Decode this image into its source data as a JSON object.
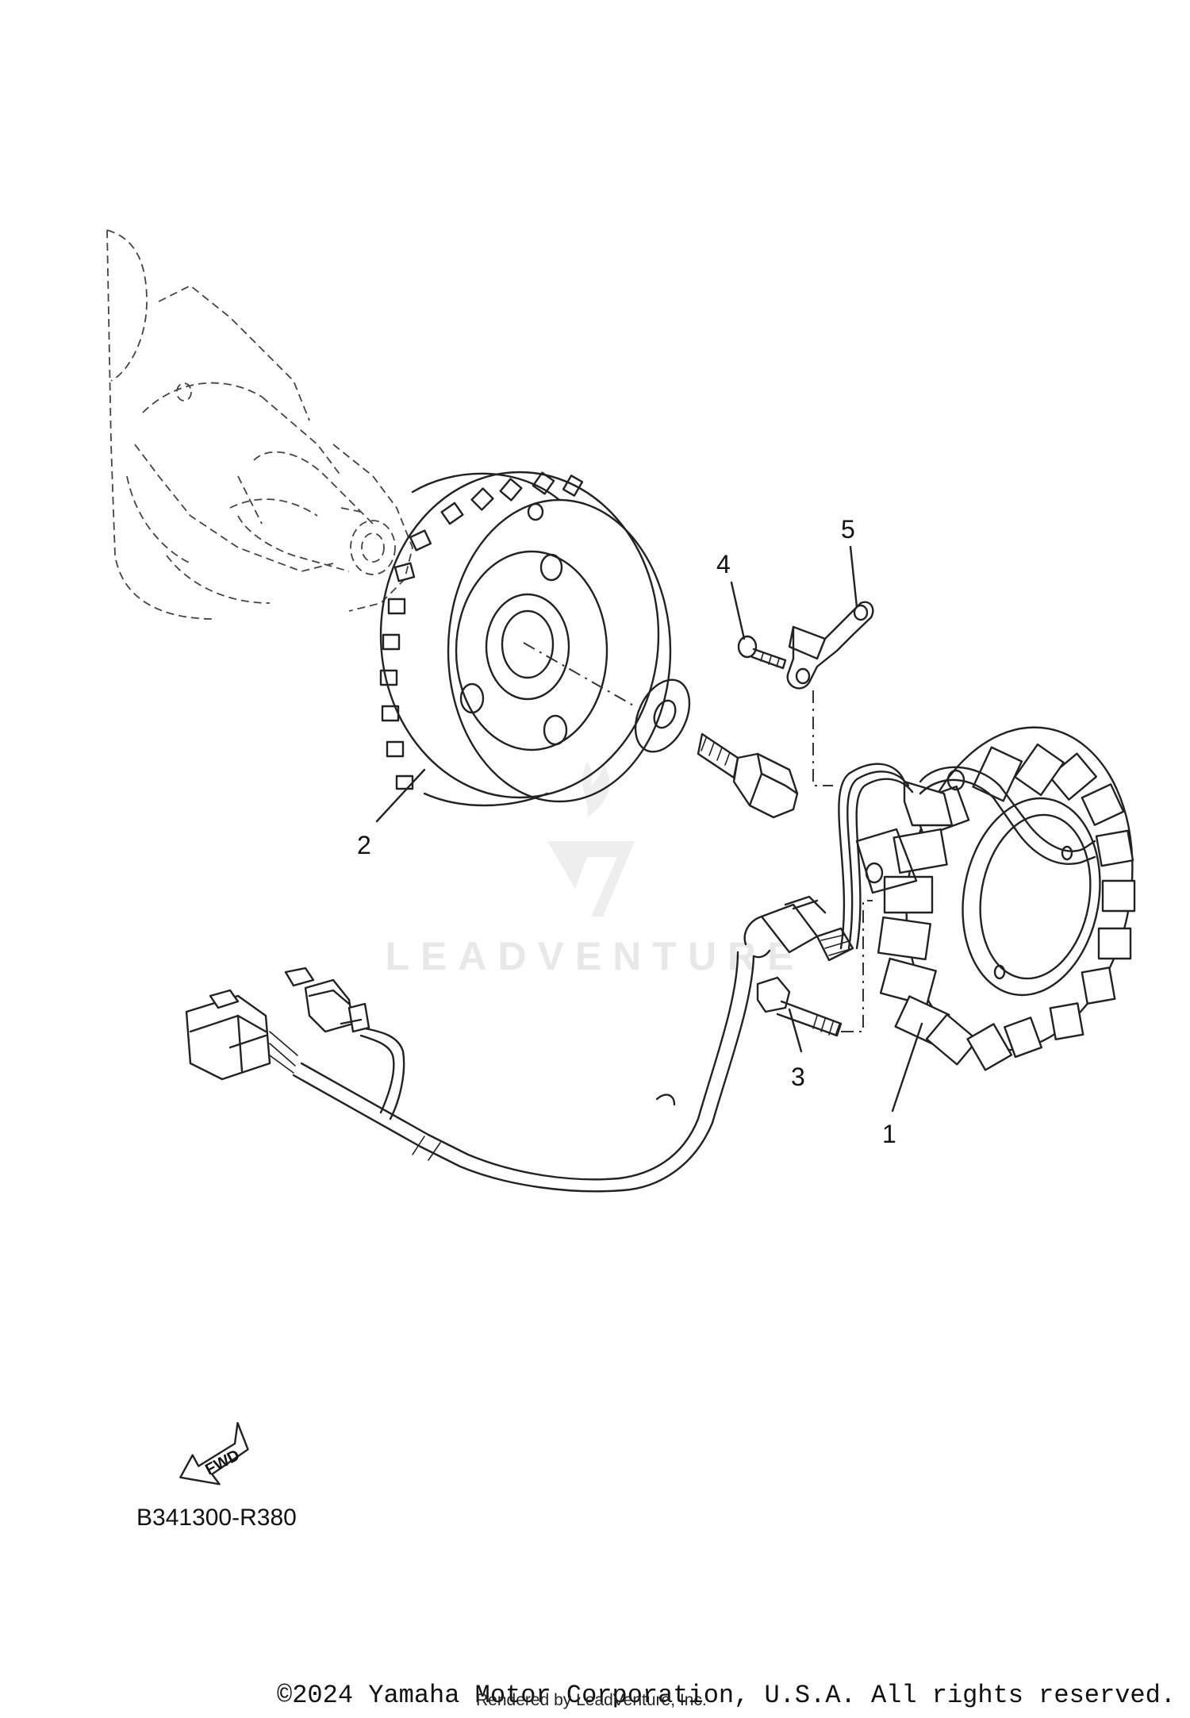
{
  "diagram": {
    "watermark": "LEADVENTURE",
    "fwd_label": "FWD",
    "diagram_code": "B341300-R380",
    "callouts": [
      "1",
      "2",
      "3",
      "4",
      "5"
    ]
  },
  "footer": {
    "copyright": "©2024 Yamaha Motor Corporation, U.S.A. All rights reserved.",
    "rendered_by": "Rendered by LeadVenture, Inc."
  }
}
